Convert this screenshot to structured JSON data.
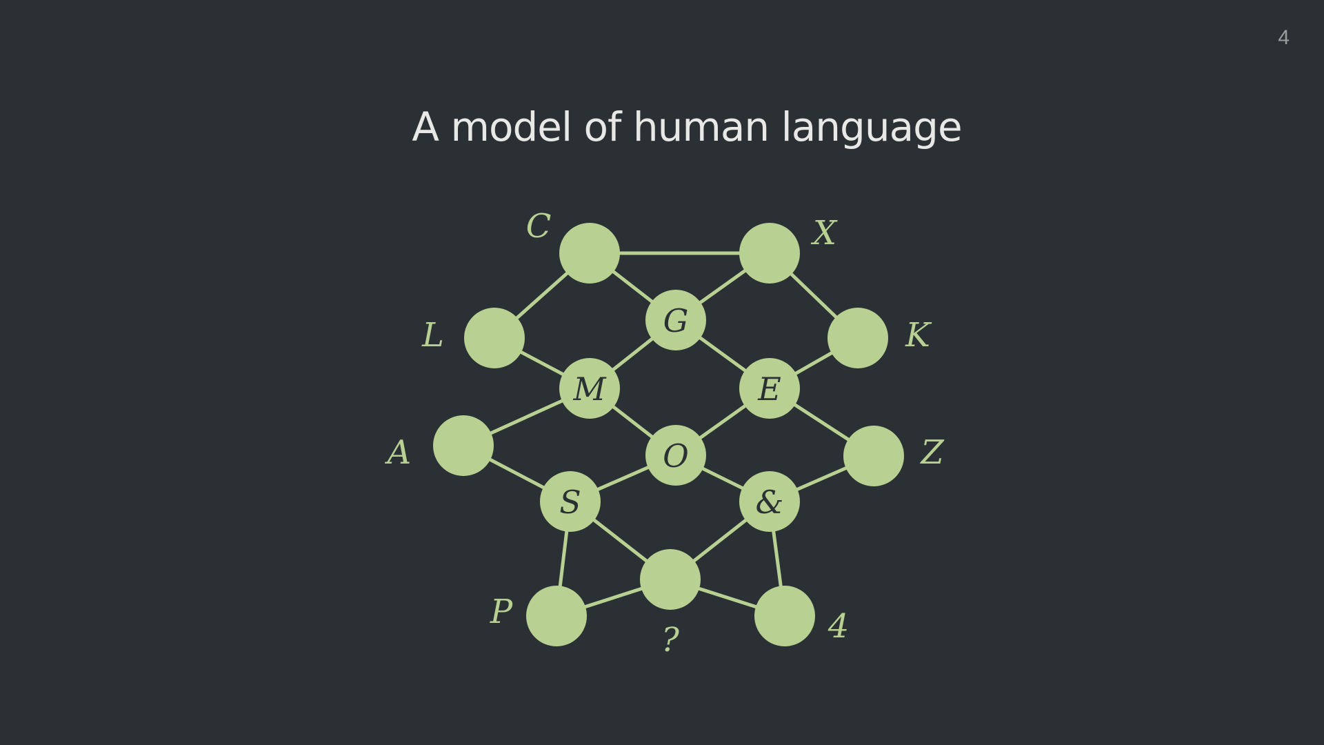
{
  "slide": {
    "title": "A model of human language",
    "page_number": "4"
  },
  "colors": {
    "background": "#2a3033",
    "node": "#b8d192",
    "title": "#e8e8e6",
    "page_number": "#9a9e9f"
  },
  "graph": {
    "nodes": [
      {
        "id": "c",
        "inner": "",
        "outer": "C"
      },
      {
        "id": "x",
        "inner": "",
        "outer": "X"
      },
      {
        "id": "g",
        "inner": "G",
        "outer": ""
      },
      {
        "id": "l",
        "inner": "",
        "outer": "L"
      },
      {
        "id": "k",
        "inner": "",
        "outer": "K"
      },
      {
        "id": "m",
        "inner": "M",
        "outer": ""
      },
      {
        "id": "e",
        "inner": "E",
        "outer": ""
      },
      {
        "id": "a",
        "inner": "",
        "outer": "A"
      },
      {
        "id": "o",
        "inner": "O",
        "outer": ""
      },
      {
        "id": "z",
        "inner": "",
        "outer": "Z"
      },
      {
        "id": "s",
        "inner": "S",
        "outer": ""
      },
      {
        "id": "amp",
        "inner": "&",
        "outer": ""
      },
      {
        "id": "q",
        "inner": "",
        "outer": "?"
      },
      {
        "id": "p",
        "inner": "",
        "outer": "P"
      },
      {
        "id": "four",
        "inner": "",
        "outer": "4"
      }
    ],
    "edges": [
      [
        "c",
        "x"
      ],
      [
        "c",
        "l"
      ],
      [
        "c",
        "g"
      ],
      [
        "x",
        "g"
      ],
      [
        "x",
        "k"
      ],
      [
        "l",
        "m"
      ],
      [
        "g",
        "m"
      ],
      [
        "g",
        "e"
      ],
      [
        "k",
        "e"
      ],
      [
        "m",
        "a"
      ],
      [
        "m",
        "o"
      ],
      [
        "e",
        "o"
      ],
      [
        "e",
        "z"
      ],
      [
        "a",
        "s"
      ],
      [
        "o",
        "s"
      ],
      [
        "o",
        "amp"
      ],
      [
        "z",
        "amp"
      ],
      [
        "s",
        "p"
      ],
      [
        "s",
        "q"
      ],
      [
        "amp",
        "q"
      ],
      [
        "amp",
        "four"
      ],
      [
        "p",
        "q"
      ],
      [
        "q",
        "four"
      ]
    ]
  }
}
